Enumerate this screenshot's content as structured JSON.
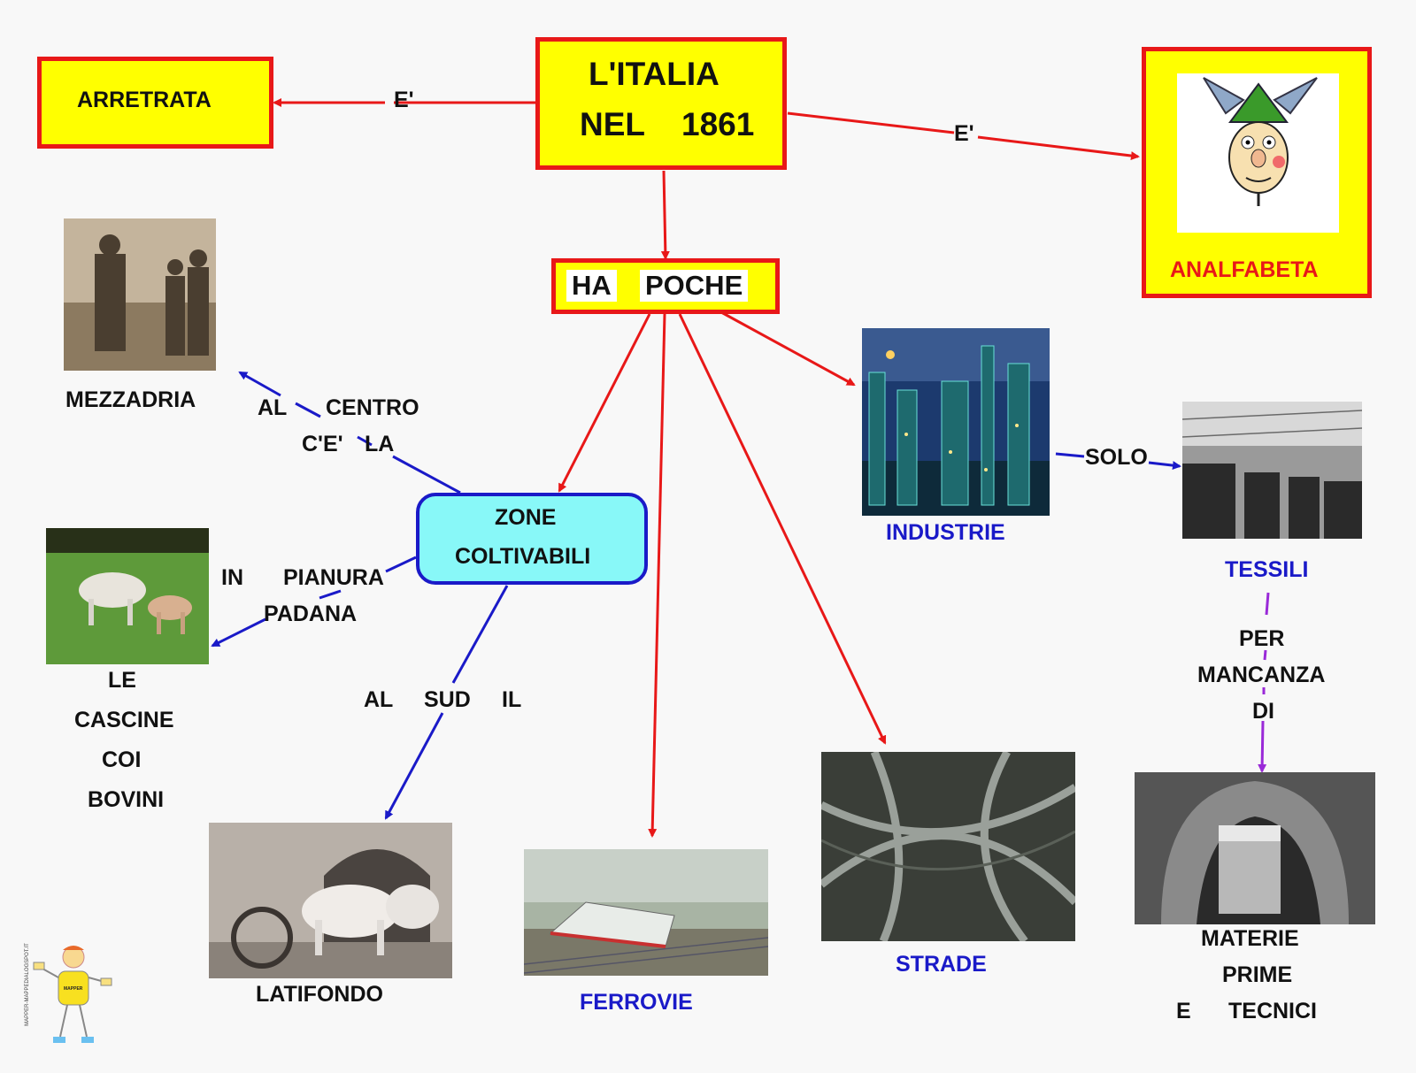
{
  "root": {
    "line1": "L'ITALIA",
    "line2a": "NEL",
    "line2b": "1861"
  },
  "arretrata": "ARRETRATA",
  "analfabeta": "ANALFABETA",
  "link_e_left": "E'",
  "link_e_right": "E'",
  "ha_poche": {
    "ha": "HA",
    "poche": "POCHE"
  },
  "zone": {
    "line1": "ZONE",
    "line2": "COLTIVABILI"
  },
  "mezzadria": "MEZZADRIA",
  "centro_link": {
    "w1": "AL",
    "w2": "CENTRO",
    "w3": "C'E'",
    "w4": "LA"
  },
  "pianura_link": {
    "w1": "IN",
    "w2": "PIANURA",
    "w3": "PADANA"
  },
  "cascine": [
    "LE",
    "CASCINE",
    "COI",
    "BOVINI"
  ],
  "sud_link": {
    "w1": "AL",
    "w2": "SUD",
    "w3": "IL"
  },
  "latifondo": "LATIFONDO",
  "ferrovie": "FERROVIE",
  "strade": "STRADE",
  "industrie": "INDUSTRIE",
  "solo_link": "SOLO",
  "tessili": "TESSILI",
  "mancanza_link": [
    "PER",
    "MANCANZA",
    "DI"
  ],
  "materie": [
    "MATERIE",
    "PRIME"
  ],
  "materie_e": "E",
  "materie_tecnici": "TECNICI",
  "logo_vertical": "MAPPER-MAPPEDIALOGSPOT.IT",
  "logo_shirt": "MAPPER",
  "colors": {
    "red": "#e81818",
    "yellow": "#ffff00",
    "blue": "#1a1ac8",
    "cyan": "#88f8f8",
    "purple": "#9a2ad8"
  }
}
